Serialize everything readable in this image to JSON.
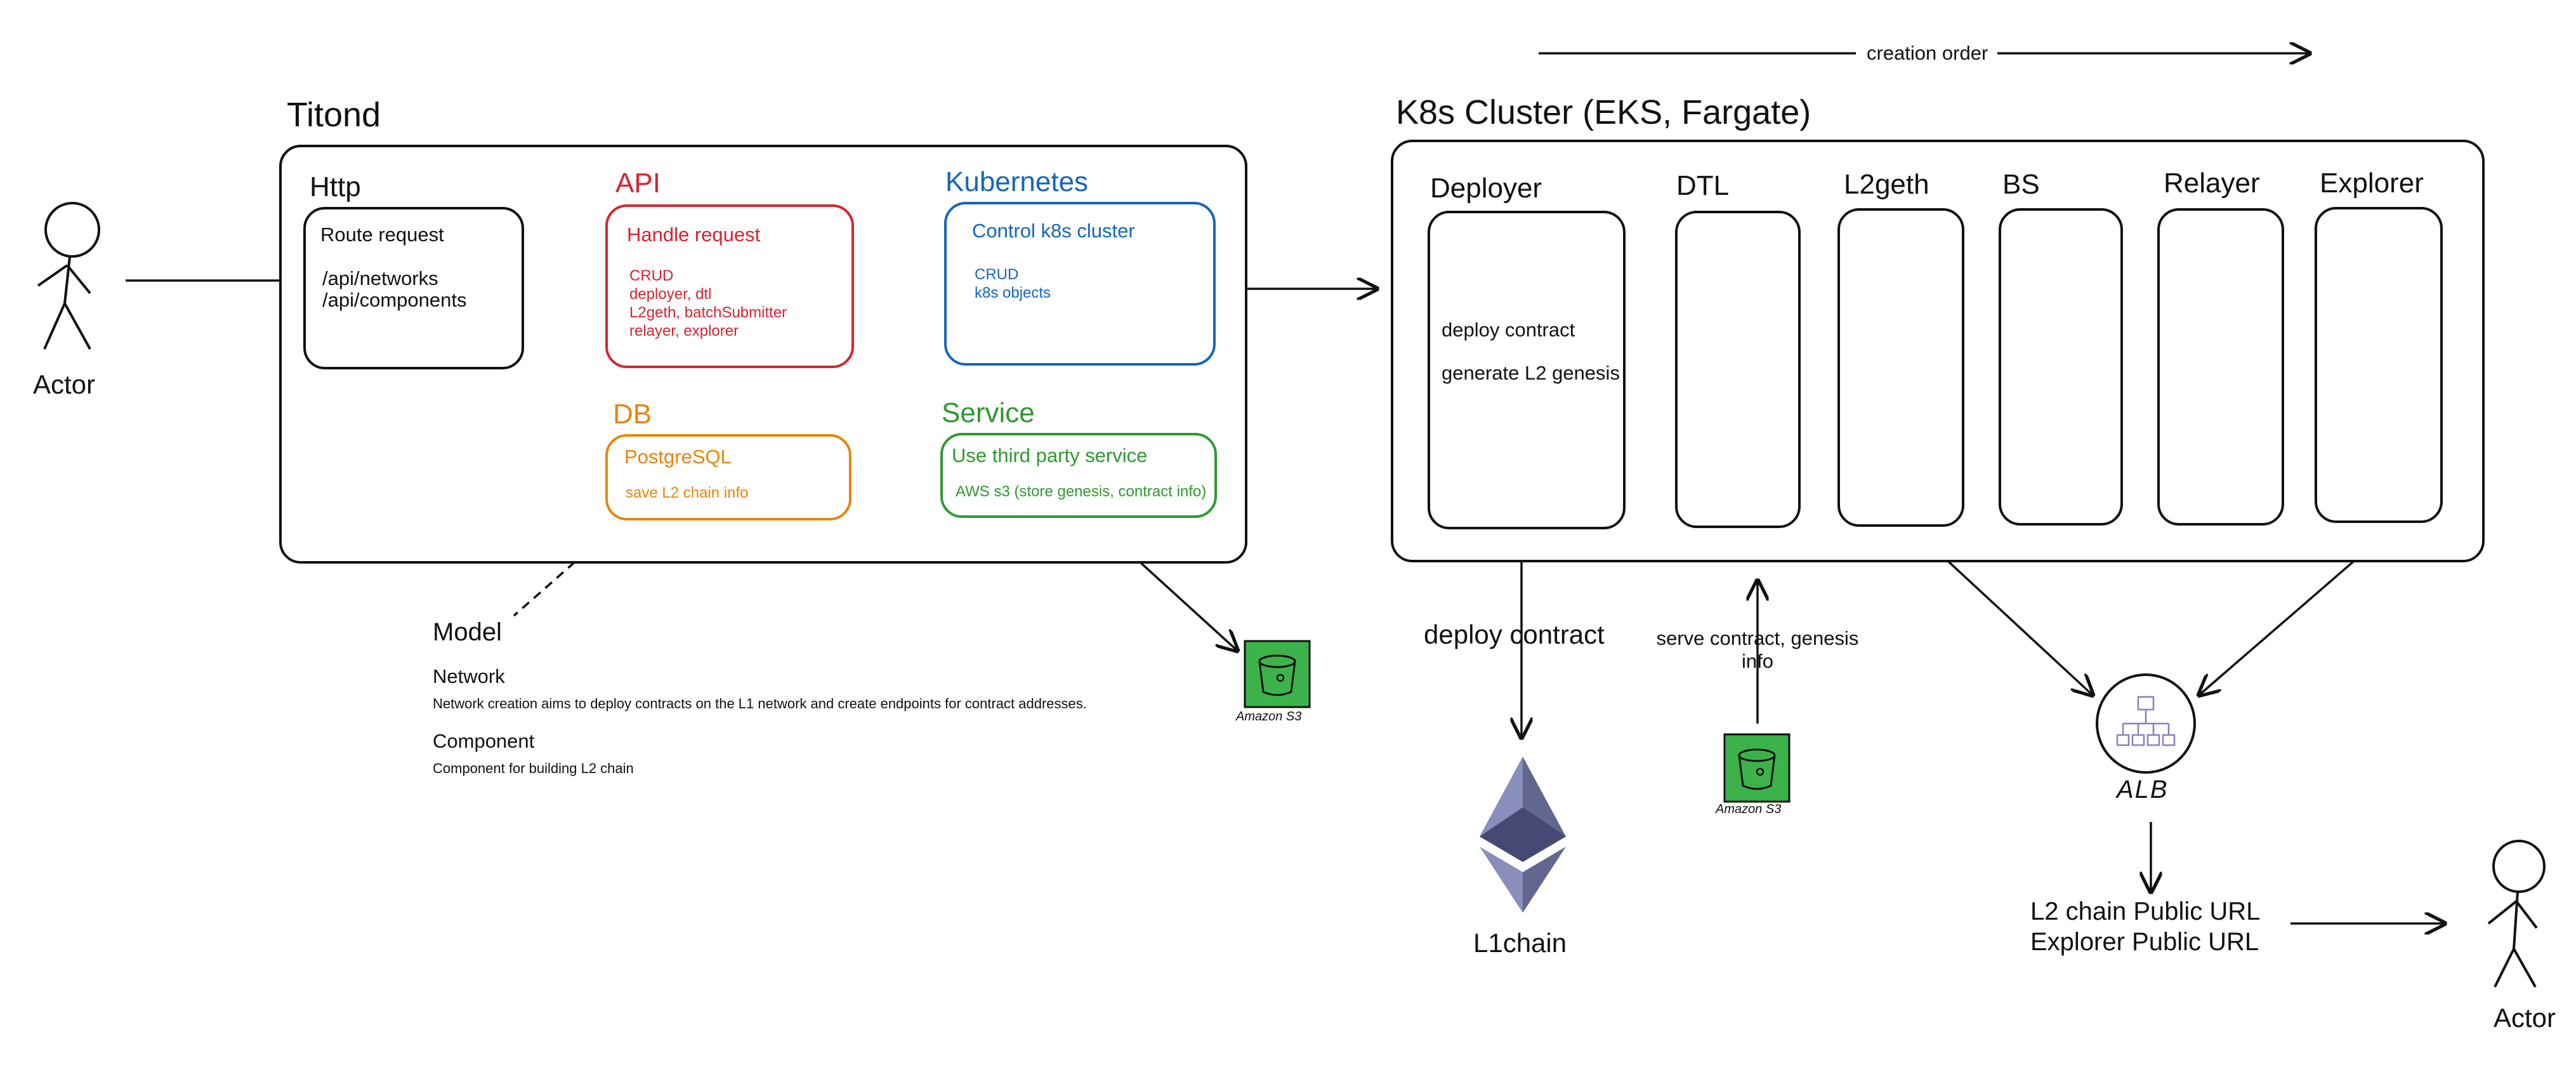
{
  "creation_order": "creation order",
  "actor_left": "Actor",
  "actor_right": "Actor",
  "titond": {
    "title": "Titond",
    "http": {
      "heading": "Http",
      "title": "Route request",
      "lines": "/api/networks\n/api/components"
    },
    "api": {
      "heading": "API",
      "title": "Handle request",
      "lines": "CRUD\ndeployer, dtl\nL2geth, batchSubmitter\nrelayer, explorer"
    },
    "kubernetes": {
      "heading": "Kubernetes",
      "title": "Control k8s cluster",
      "lines": "CRUD\nk8s objects"
    },
    "db": {
      "heading": "DB",
      "title": "PostgreSQL",
      "lines": "save L2 chain info"
    },
    "service": {
      "heading": "Service",
      "title": "Use third party service",
      "lines": "AWS s3 (store genesis, contract info)"
    }
  },
  "model": {
    "title": "Model",
    "network_title": "Network",
    "network_desc": "Network creation aims to deploy contracts on the L1 network and create endpoints for contract addresses.",
    "component_title": "Component",
    "component_desc": "Component for building L2 chain"
  },
  "s3_label": "Amazon S3",
  "k8s": {
    "title": "K8s Cluster (EKS, Fargate)",
    "pods": [
      {
        "name": "Deployer"
      },
      {
        "name": "DTL"
      },
      {
        "name": "L2geth"
      },
      {
        "name": "BS"
      },
      {
        "name": "Relayer"
      },
      {
        "name": "Explorer"
      }
    ],
    "deployer_line1": "deploy contract",
    "deployer_line2": "generate L2 genesis"
  },
  "deploy_contract": "deploy contract",
  "serve_contract": "serve contract, genesis\ninfo",
  "l1chain": "L1chain",
  "alb": "ALB",
  "urls": "L2 chain Public URL\nExplorer Public URL",
  "colors": {
    "red": "#d9232e",
    "blue": "#1565c0",
    "orange": "#e8850c",
    "green": "#2e9a2f",
    "s3": "#3cb34a",
    "eth": "#6b6f9a",
    "alb": "#8e7cc3"
  }
}
